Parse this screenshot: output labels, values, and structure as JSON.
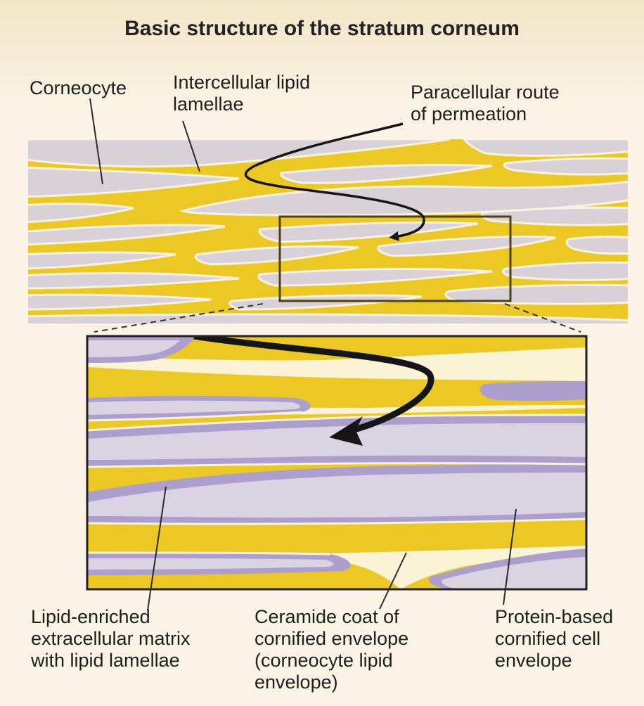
{
  "title": "Basic structure of the stratum corneum",
  "labels": {
    "corneocyte": "Corneocyte",
    "intercellular_lipid": "Intercellular lipid\nlamellae",
    "paracellular_route": "Paracellular route\nof permeation",
    "lipid_matrix": "Lipid-enriched\nextracellular matrix\nwith lipid lamellae",
    "ceramide_coat": "Ceramide coat of\ncornified envelope\n(corneocyte lipid\nenvelope)",
    "protein_envelope": "Protein-based\ncornified cell\nenvelope"
  },
  "colors": {
    "lipid": "#ecc825",
    "corneocyte_top": "#d9d1d8",
    "corneocyte_zoom": "#dad3e2",
    "envelope": "#ac9fce",
    "background": "#fbf4e6"
  }
}
